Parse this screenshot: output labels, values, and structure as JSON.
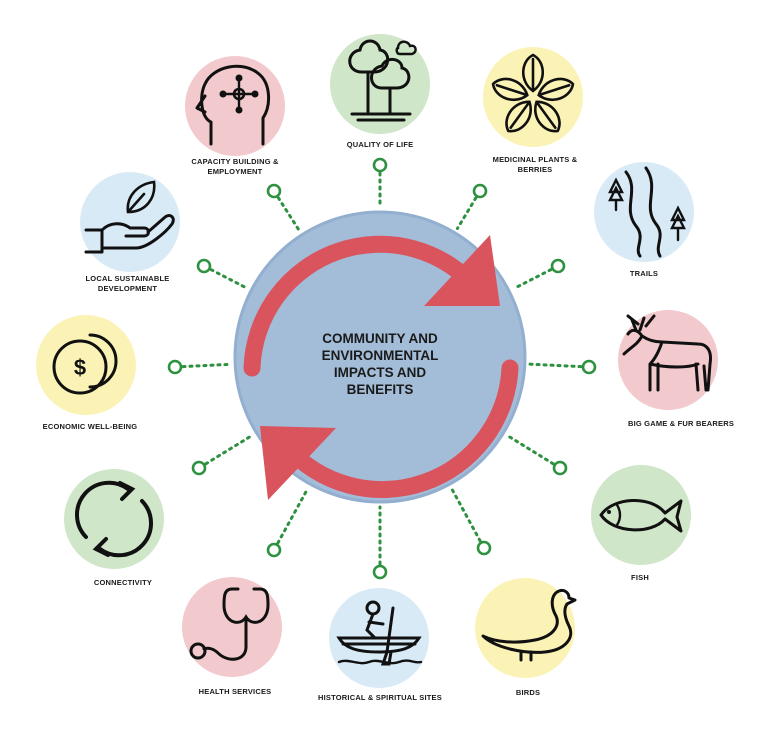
{
  "center": {
    "title": "COMMUNITY AND\nENVIRONMENTAL\nIMPACTS AND\nBENEFITS"
  },
  "colors": {
    "center_fill": "#a3bcd8",
    "center_stroke": "#93afcf",
    "arrow": "#d9545c",
    "connector": "#2e9140",
    "pink": "#f2c9cc",
    "green": "#cfe6c8",
    "yellow": "#fbf3b6",
    "blue": "#d9eaf7",
    "icon_stroke": "#111111"
  },
  "nodes": [
    {
      "label": "QUALITY OF LIFE",
      "color": "green",
      "icon": "trees-icon"
    },
    {
      "label": "MEDICINAL PLANTS &\nBERRIES",
      "color": "yellow",
      "icon": "leaves-icon"
    },
    {
      "label": "TRAILS",
      "color": "blue",
      "icon": "trail-icon"
    },
    {
      "label": "BIG GAME & FUR BEARERS",
      "color": "pink",
      "icon": "moose-icon"
    },
    {
      "label": "FISH",
      "color": "green",
      "icon": "fish-icon"
    },
    {
      "label": "BIRDS",
      "color": "yellow",
      "icon": "duck-icon"
    },
    {
      "label": "HISTORICAL & SPIRITUAL SITES",
      "color": "blue",
      "icon": "canoe-icon"
    },
    {
      "label": "HEALTH SERVICES",
      "color": "pink",
      "icon": "stethoscope-icon"
    },
    {
      "label": "CONNECTIVITY",
      "color": "green",
      "icon": "cycle-icon"
    },
    {
      "label": "ECONOMIC WELL-BEING",
      "color": "yellow",
      "icon": "coins-icon"
    },
    {
      "label": "LOCAL SUSTAINABLE\nDEVELOPMENT",
      "color": "blue",
      "icon": "hand-leaf-icon"
    },
    {
      "label": "CAPACITY BUILDING &\nEMPLOYMENT",
      "color": "pink",
      "icon": "head-network-icon"
    }
  ]
}
